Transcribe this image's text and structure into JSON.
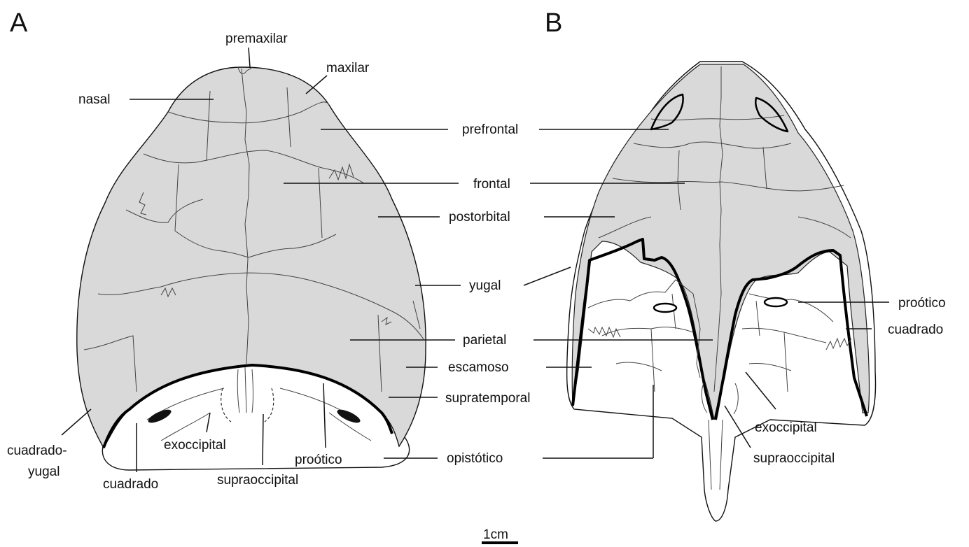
{
  "panels": {
    "a": "A",
    "b": "B"
  },
  "labels_a": {
    "premaxilar": "premaxilar",
    "maxilar": "maxilar",
    "nasal": "nasal",
    "cuadrado_yugal_line1": "cuadrado-",
    "cuadrado_yugal_line2": "yugal",
    "cuadrado": "cuadrado",
    "exoccipital": "exoccipital",
    "supraoccipital": "supraoccipital",
    "prootico": "proótico"
  },
  "labels_center": {
    "prefrontal": "prefrontal",
    "frontal": "frontal",
    "postorbital": "postorbital",
    "yugal": "yugal",
    "parietal": "parietal",
    "escamoso": "escamoso",
    "supratemporal": "supratemporal",
    "opistotico": "opistótico"
  },
  "labels_b": {
    "prootico": "proótico",
    "cuadrado": "cuadrado",
    "exoccipital": "exoccipital",
    "supraoccipital": "supraoccipital"
  },
  "scale_bar": {
    "label": "1cm"
  }
}
